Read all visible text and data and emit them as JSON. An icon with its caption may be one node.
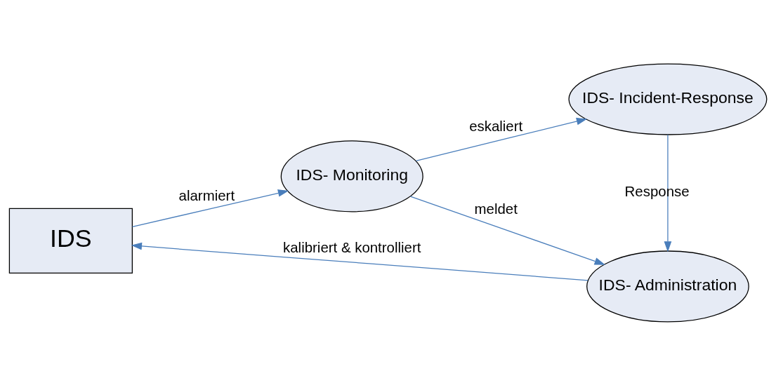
{
  "diagram": {
    "nodes": [
      {
        "text": [
          "IDS"
        ]
      },
      {
        "text": [
          "IDS- Administration"
        ]
      },
      {
        "text": [
          "IDS- Monitoring"
        ]
      },
      {
        "text": [
          "IDS- Incident-Response"
        ]
      }
    ],
    "edges": [
      {
        "from": 1,
        "to": 0,
        "arrow": "to",
        "label": "kalibriert & kontrolliert"
      },
      {
        "from": 0,
        "to": 2,
        "arrow": "to",
        "label": "alarmiert"
      },
      {
        "from": 2,
        "to": 1,
        "arrow": "to",
        "label": "meldet"
      },
      {
        "from": 2,
        "to": 3,
        "arrow": "to",
        "label": "eskaliert"
      },
      {
        "from": 3,
        "to": 1,
        "arrow": "to",
        "label": "Response"
      }
    ]
  }
}
